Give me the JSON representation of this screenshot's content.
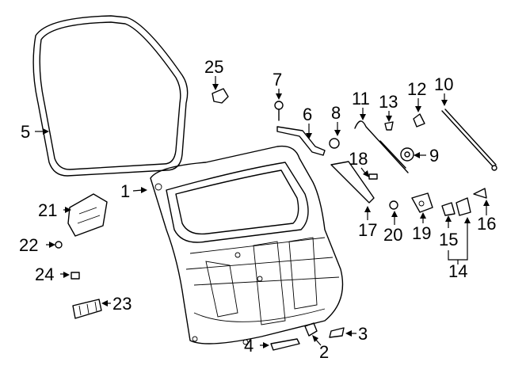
{
  "callouts": [
    "1",
    "2",
    "3",
    "4",
    "5",
    "6",
    "7",
    "8",
    "9",
    "10",
    "11",
    "12",
    "13",
    "14",
    "15",
    "16",
    "17",
    "18",
    "19",
    "20",
    "21",
    "22",
    "23",
    "24",
    "25"
  ],
  "colors": {
    "line": "#000000",
    "background": "#ffffff"
  }
}
